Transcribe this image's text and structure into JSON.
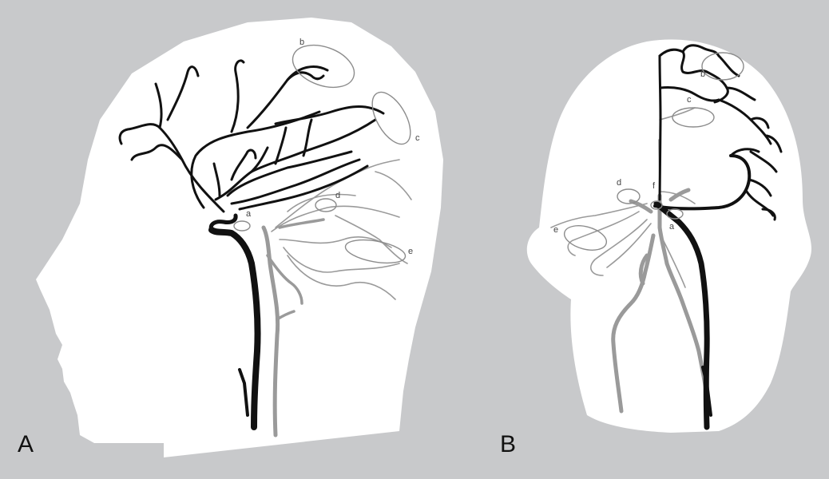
{
  "panels": [
    {
      "label": "A",
      "markers": [
        "a",
        "b",
        "c",
        "d",
        "e"
      ]
    },
    {
      "label": "B",
      "markers": [
        "a",
        "b",
        "c",
        "d",
        "e",
        "f"
      ]
    }
  ],
  "colors": {
    "background": "#c8c9cb",
    "head": "#ffffff",
    "artery_dark": "#111111",
    "artery_light": "#9a9a9a",
    "outline_light": "#8c8c8c"
  }
}
